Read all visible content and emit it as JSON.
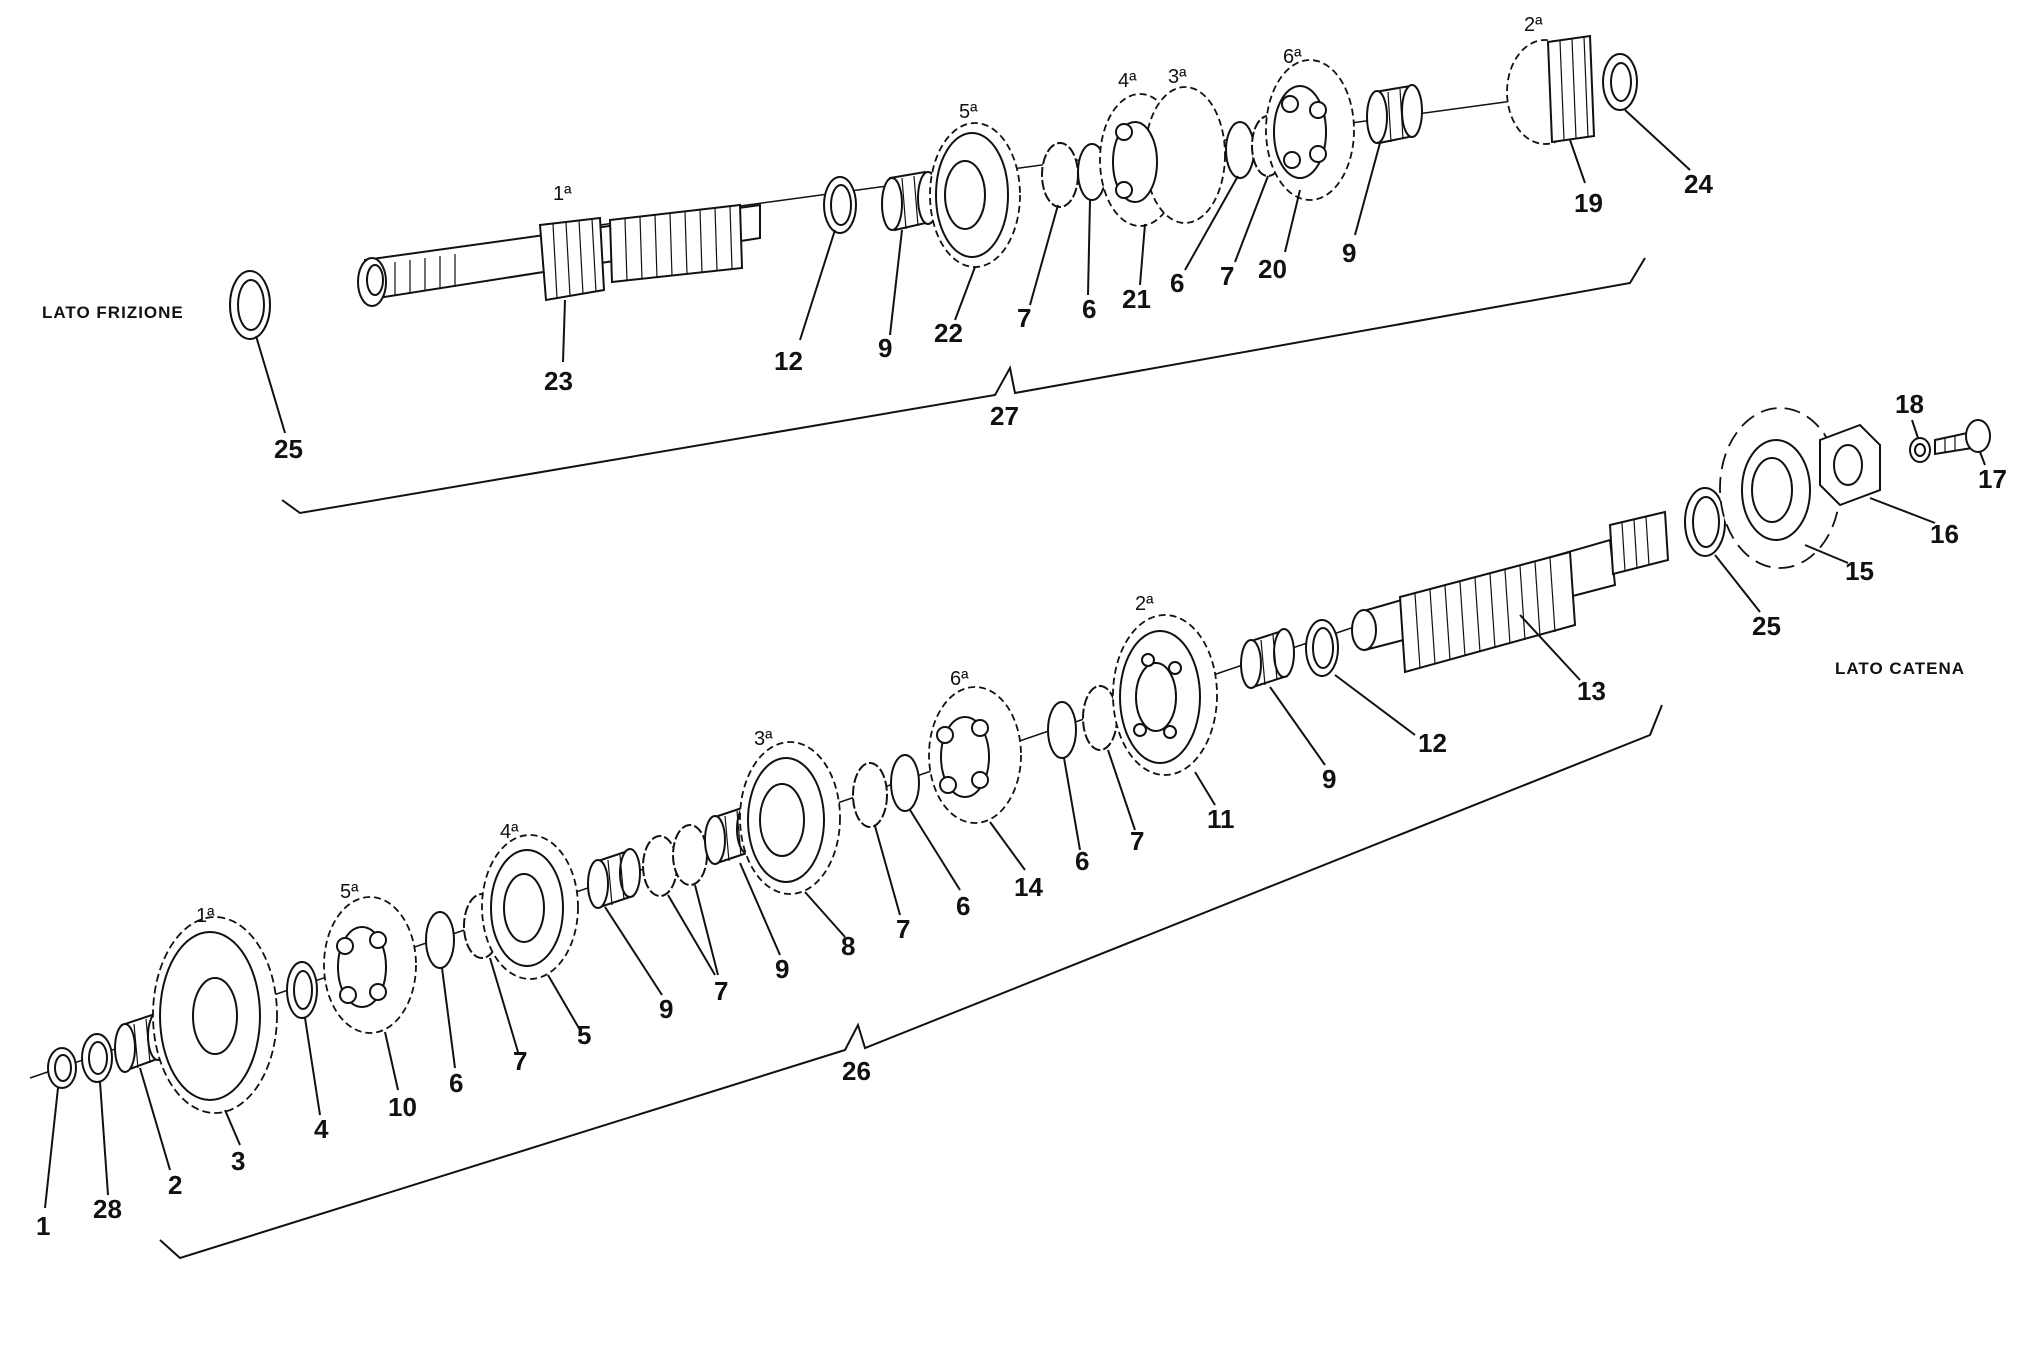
{
  "side_labels": {
    "clutch_side": "LATO FRIZIONE",
    "chain_side": "LATO CATENA"
  },
  "upper_shaft": {
    "gear_labels": [
      "1ª",
      "5ª",
      "4ª",
      "3ª",
      "6ª",
      "2ª"
    ],
    "part_numbers": [
      "25",
      "23",
      "12",
      "9",
      "22",
      "7",
      "6",
      "21",
      "6",
      "7",
      "20",
      "9",
      "19",
      "24"
    ],
    "assembly_number": "27"
  },
  "lower_shaft": {
    "gear_labels": [
      "1ª",
      "5ª",
      "4ª",
      "3ª",
      "6ª",
      "2ª"
    ],
    "part_numbers": [
      "1",
      "28",
      "2",
      "3",
      "4",
      "10",
      "6",
      "7",
      "5",
      "9",
      "7",
      "9",
      "8",
      "7",
      "6",
      "14",
      "6",
      "7",
      "11",
      "9",
      "12",
      "13",
      "25",
      "15",
      "16",
      "18",
      "17"
    ],
    "assembly_number": "26"
  }
}
